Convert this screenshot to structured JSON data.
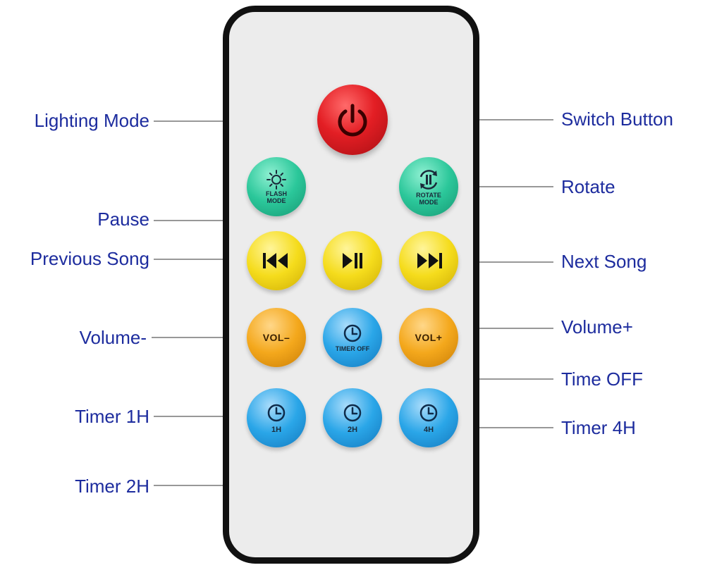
{
  "remote": {
    "buttons": {
      "power": {
        "color": "#e31e24"
      },
      "flash_mode": {
        "line1": "FLASH",
        "line2": "MODE",
        "color": "#2bc79a"
      },
      "rotate_mode": {
        "line1": "ROTATE",
        "line2": "MODE",
        "color": "#2bc79a"
      },
      "previous": {
        "color": "#f5dc1c"
      },
      "play_pause": {
        "color": "#f5dc1c"
      },
      "next": {
        "color": "#f5dc1c"
      },
      "vol_minus": {
        "label": "VOL–",
        "color": "#f4a81c"
      },
      "timer_off": {
        "label": "TIMER OFF",
        "color": "#2aa6e8"
      },
      "vol_plus": {
        "label": "VOL+",
        "color": "#f4a81c"
      },
      "timer_1h": {
        "label": "1H",
        "color": "#2aa6e8"
      },
      "timer_2h": {
        "label": "2H",
        "color": "#2aa6e8"
      },
      "timer_4h": {
        "label": "4H",
        "color": "#2aa6e8"
      }
    }
  },
  "callouts": {
    "lighting_mode": "Lighting Mode",
    "pause": "Pause",
    "previous_song": "Previous Song",
    "volume_minus": "Volume-",
    "timer_1h": "Timer 1H",
    "timer_2h": "Timer 2H",
    "switch_button": "Switch Button",
    "rotate": "Rotate",
    "next_song": "Next Song",
    "volume_plus": "Volume+",
    "time_off": "Time OFF",
    "timer_4h": "Timer 4H"
  },
  "colors": {
    "label_text": "#1d2c9e",
    "leader_line": "#777777",
    "remote_body": "#ececec",
    "remote_border": "#111111"
  }
}
